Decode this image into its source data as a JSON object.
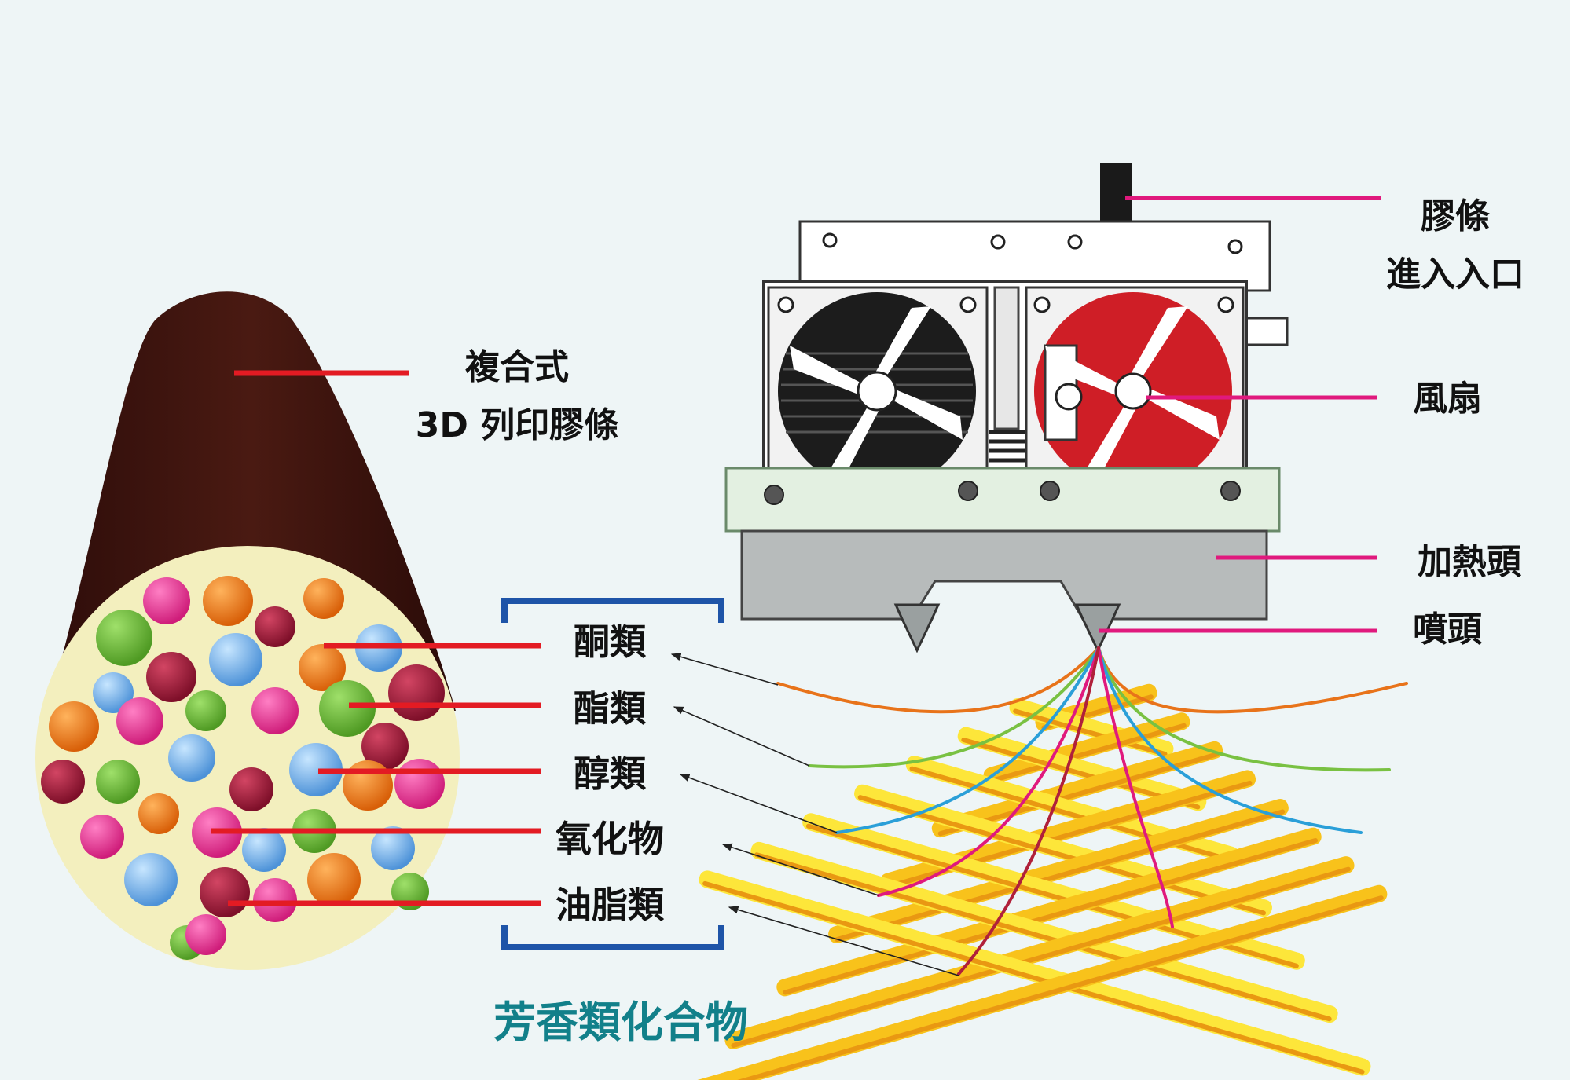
{
  "filament": {
    "label_line1": "複合式",
    "label_line2": "3D 列印膠條",
    "body_color": "#3e1410",
    "cross_section_color": "#f3efbe"
  },
  "printer": {
    "labels": {
      "inlet_line1": "膠條",
      "inlet_line2": "進入入口",
      "fan": "風扇",
      "heater": "加熱頭",
      "nozzle": "噴頭"
    },
    "leader_color": "#e0197d"
  },
  "compounds": {
    "group_title": "芳香類化合物",
    "group_color": "#12808a",
    "bracket_color": "#1e54a8",
    "items": [
      {
        "name": "酮類",
        "color": "#e8731a"
      },
      {
        "name": "酯類",
        "color": "#79c142"
      },
      {
        "name": "醇類",
        "color": "#2a9fd8"
      },
      {
        "name": "氧化物",
        "color": "#e0197d"
      },
      {
        "name": "油脂類",
        "color": "#b0203a"
      }
    ],
    "leader_color": "#e31b23"
  }
}
